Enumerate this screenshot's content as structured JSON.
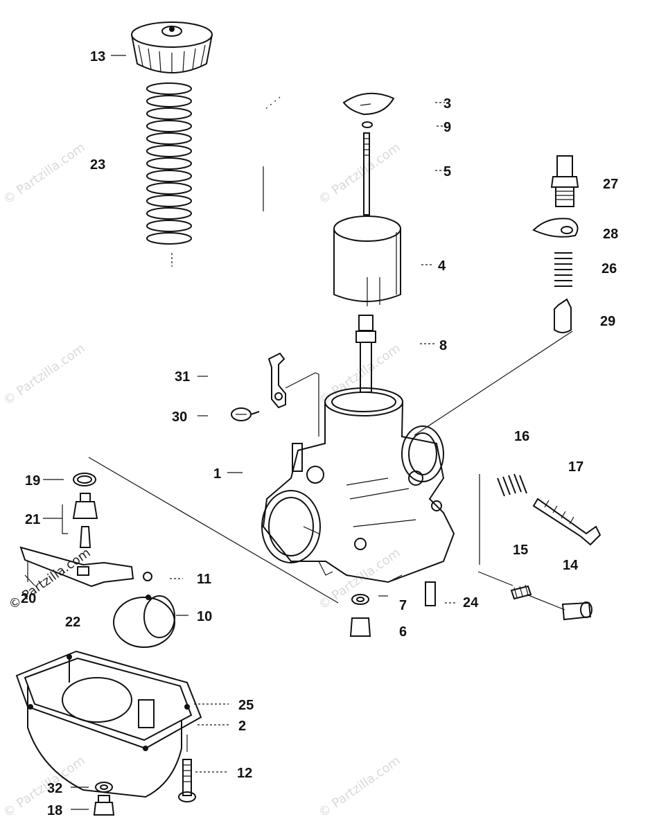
{
  "diagram": {
    "callouts": {
      "n1": "1",
      "n2": "2",
      "n3": "3",
      "n4": "4",
      "n5": "5",
      "n6": "6",
      "n7": "7",
      "n8": "8",
      "n9": "9",
      "n10": "10",
      "n11": "11",
      "n12": "12",
      "n13": "13",
      "n14": "14",
      "n15": "15",
      "n16": "16",
      "n17": "17",
      "n18": "18",
      "n19": "19",
      "n20": "20",
      "n21": "21",
      "n22": "22",
      "n23": "23",
      "n24": "24",
      "n25": "25",
      "n26": "26",
      "n27": "27",
      "n28": "28",
      "n29": "29",
      "n30": "30",
      "n31": "31",
      "n32": "32"
    },
    "watermark_text": "© Partzilla.com"
  }
}
